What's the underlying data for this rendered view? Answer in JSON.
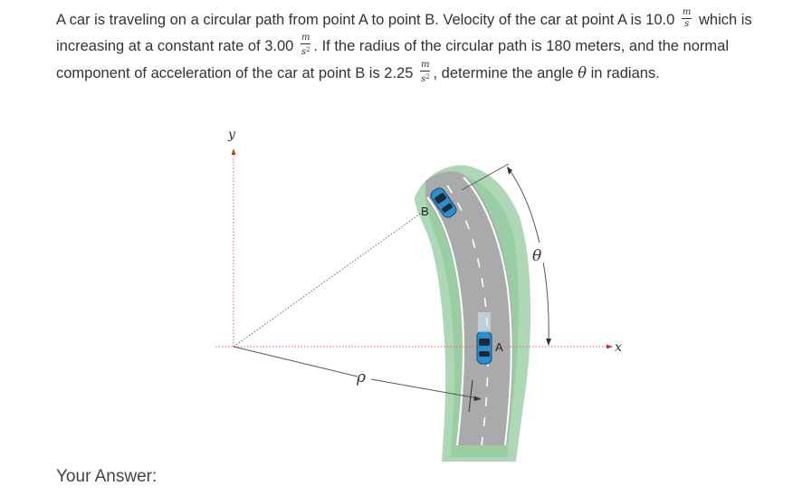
{
  "question": {
    "part1": "A car is traveling on a circular path from point A to point B.  Velocity of the car at point A is 10.0",
    "unit_ms_num": "m",
    "unit_ms_den": "s",
    "part2": "which is increasing at a constant rate of 3.00",
    "unit_ms2_num": "m",
    "unit_ms2_den": "s",
    "unit_ms2_exp": "2",
    "part3": ".  If the radius of the circular path is 180 meters, and the normal component of acceleration of the car at point B is 2.25",
    "unit2_ms2_num": "m",
    "unit2_ms2_den": "s",
    "unit2_ms2_exp": "2",
    "part4": ", determine the angle",
    "theta": "θ",
    "part5": "in radians."
  },
  "figure": {
    "y_axis_label": "y",
    "x_axis_label": "x",
    "point_b_label": "B",
    "point_a_label": "A",
    "theta_label": "θ",
    "rho_label": "ρ",
    "colors": {
      "grass": "#9fd0a8",
      "road": "#a9aaab",
      "car": "#2a8fd0",
      "axis_dotted": "#e06666",
      "line": "#555555"
    }
  },
  "answer": {
    "label": "Your Answer:"
  }
}
